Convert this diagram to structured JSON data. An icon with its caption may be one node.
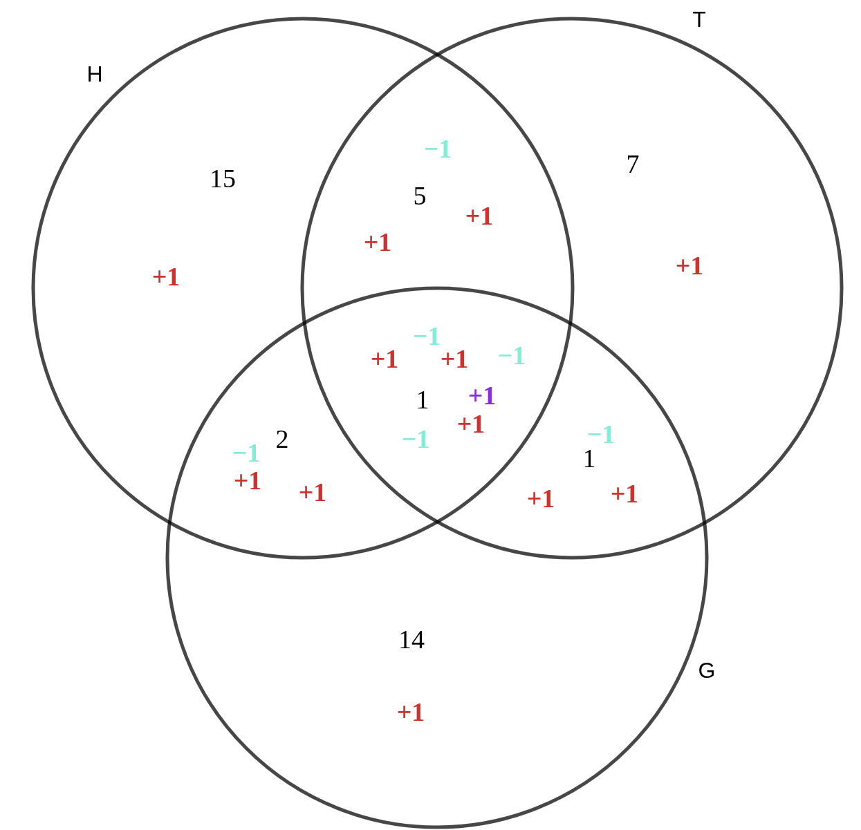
{
  "diagram": {
    "nodes": [
      {
        "text": [
          "H"
        ]
      },
      {
        "text": [
          "T"
        ]
      },
      {
        "text": [
          "G"
        ]
      }
    ],
    "labels": [
      "−1",
      "7",
      "15",
      "5",
      "+1",
      "+1",
      "+1",
      "+1",
      "−1",
      "+1",
      "+1",
      "−1",
      "1",
      "+1",
      "+1",
      "−1",
      "−1",
      "2",
      "−1",
      "1",
      "+1",
      "+1",
      "+1",
      "+1",
      "14",
      "+1"
    ]
  }
}
